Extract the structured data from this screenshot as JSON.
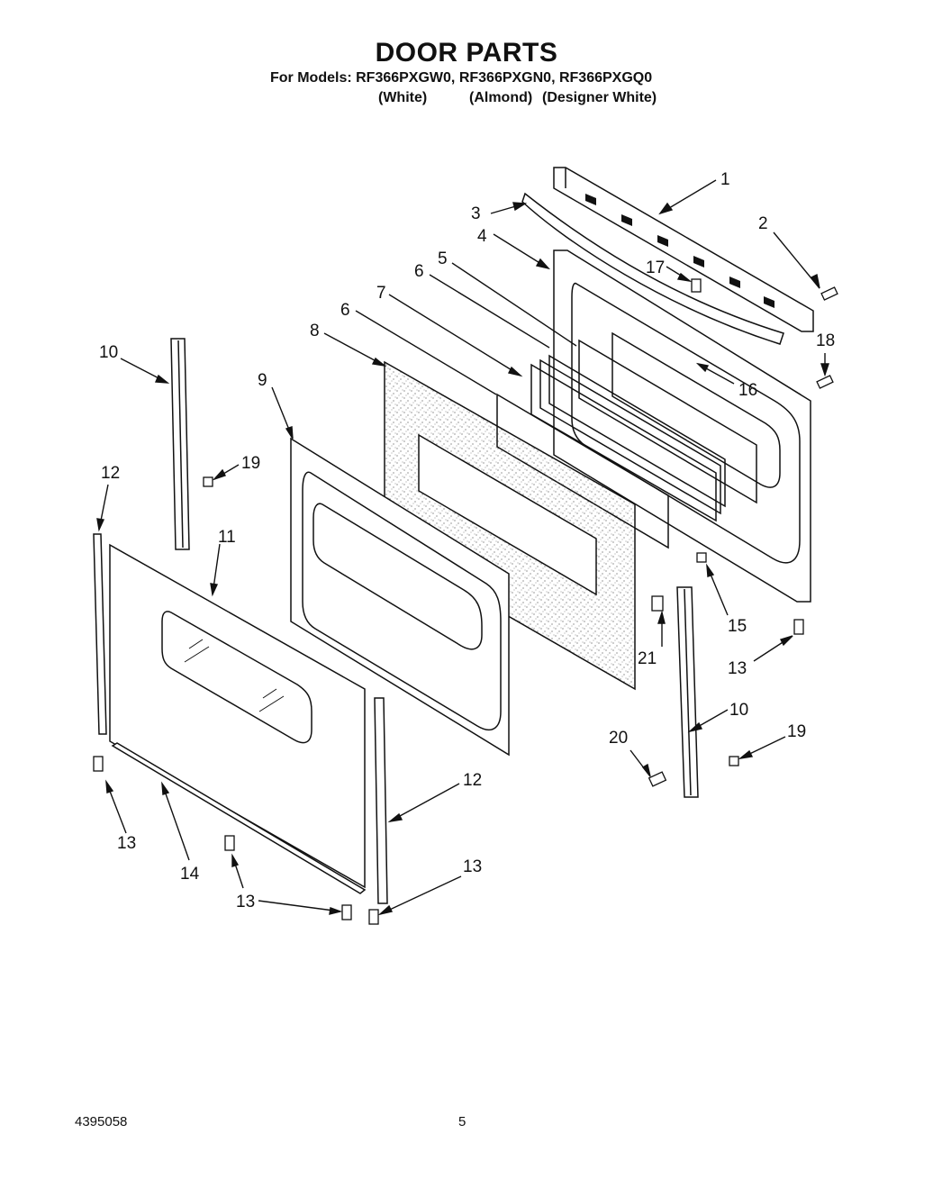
{
  "header": {
    "title": "DOOR PARTS",
    "models_line": "For Models: RF366PXGW0, RF366PXGN0, RF366PXGQ0",
    "variants": [
      "(White)",
      "(Almond)",
      "(Designer White)"
    ]
  },
  "callouts": [
    "1",
    "2",
    "3",
    "4",
    "5",
    "6",
    "17",
    "18",
    "10",
    "7",
    "6",
    "8",
    "16",
    "9",
    "19",
    "12",
    "11",
    "15",
    "21",
    "13",
    "10",
    "20",
    "19",
    "12",
    "13",
    "14",
    "13",
    "13"
  ],
  "footer": {
    "doc_number": "4395058",
    "page_number": "5"
  }
}
